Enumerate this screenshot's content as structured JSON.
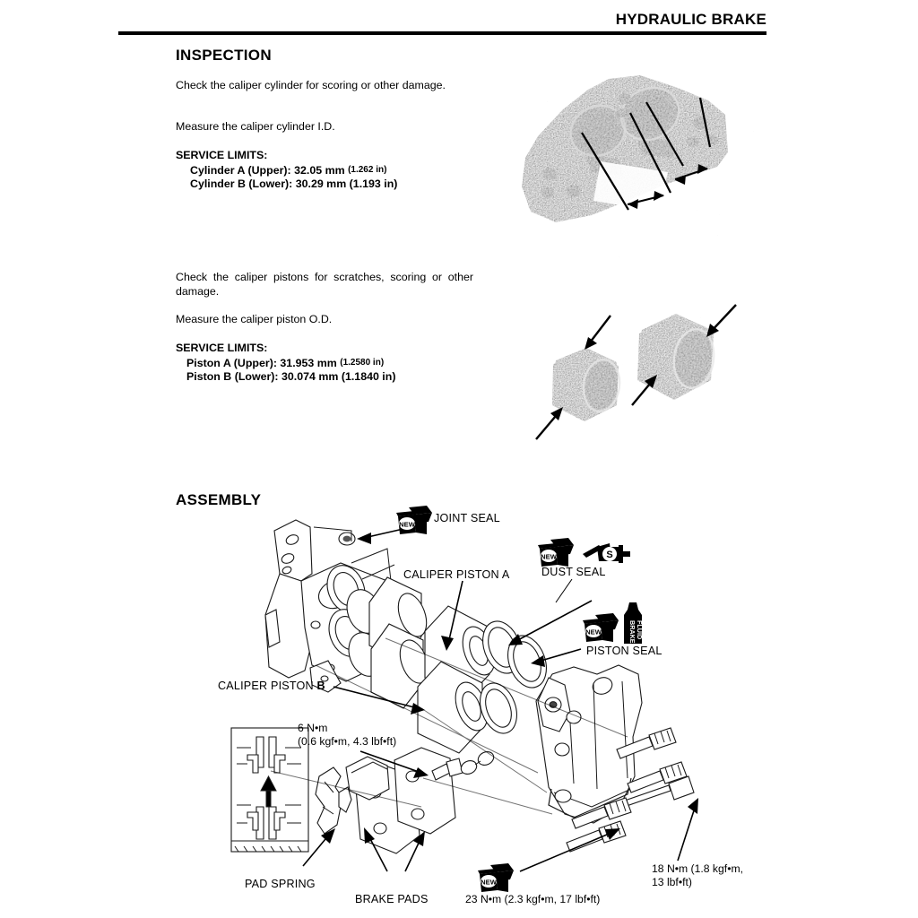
{
  "header": {
    "title": "HYDRAULIC BRAKE"
  },
  "sections": {
    "inspection": {
      "heading": "INSPECTION",
      "paragraph1": "Check the caliper cylinder for scoring or other damage.",
      "paragraph2": "Measure the caliper cylinder I.D.",
      "limits_heading": "SERVICE LIMITS:",
      "limits": [
        {
          "label": "Cylinder A (Upper):",
          "metric": "32.05 mm",
          "imperial": "(1.262 in)"
        },
        {
          "label": "Cylinder B (Lower):",
          "metric": "30.29 mm",
          "imperial": "(1.193 in)"
        }
      ],
      "paragraph3": "Check the caliper pistons for scratches, scoring or other damage.",
      "paragraph4": "Measure the caliper piston O.D.",
      "limits_heading2": "SERVICE LIMITS:",
      "limits2": [
        {
          "label": "Piston A (Upper):",
          "metric": "31.953 mm",
          "imperial": "(1.2580 in)"
        },
        {
          "label": "Piston B (Lower):",
          "metric": "30.074 mm",
          "imperial": "(1.1840 in)"
        }
      ]
    },
    "assembly": {
      "heading": "ASSEMBLY",
      "callouts": [
        {
          "id": "joint-seal",
          "text": "JOINT SEAL"
        },
        {
          "id": "caliper-piston-a",
          "text": "CALIPER PISTON A"
        },
        {
          "id": "dust-seal",
          "text": "DUST SEAL"
        },
        {
          "id": "piston-seal",
          "text": "PISTON SEAL"
        },
        {
          "id": "caliper-piston-b",
          "text_plain": "CALIPER PISTON ",
          "text_bold": "B"
        },
        {
          "id": "pad-spring",
          "text": "PAD SPRING"
        },
        {
          "id": "brake-pads",
          "text": "BRAKE PADS"
        }
      ],
      "torques": [
        {
          "id": "torque-6",
          "line1": "6 N•m",
          "line2": "(0.6 kgf•m, 4.3 lbf•ft)"
        },
        {
          "id": "torque-23",
          "line1": "23 N•m (2.3 kgf•m,  17 lbf•ft)",
          "line2": ""
        },
        {
          "id": "torque-18",
          "line1": "18 N•m (1.8 kgf•m,",
          "line2": "13 lbf•ft)"
        }
      ],
      "icons": {
        "new_label": "NEW",
        "silicone_label": "S",
        "brake_fluid_line1": "BRAKE",
        "brake_fluid_line2": "FLUID"
      }
    }
  },
  "colors": {
    "ink": "#000000",
    "paper": "#ffffff",
    "line": "#1a1a1a"
  }
}
